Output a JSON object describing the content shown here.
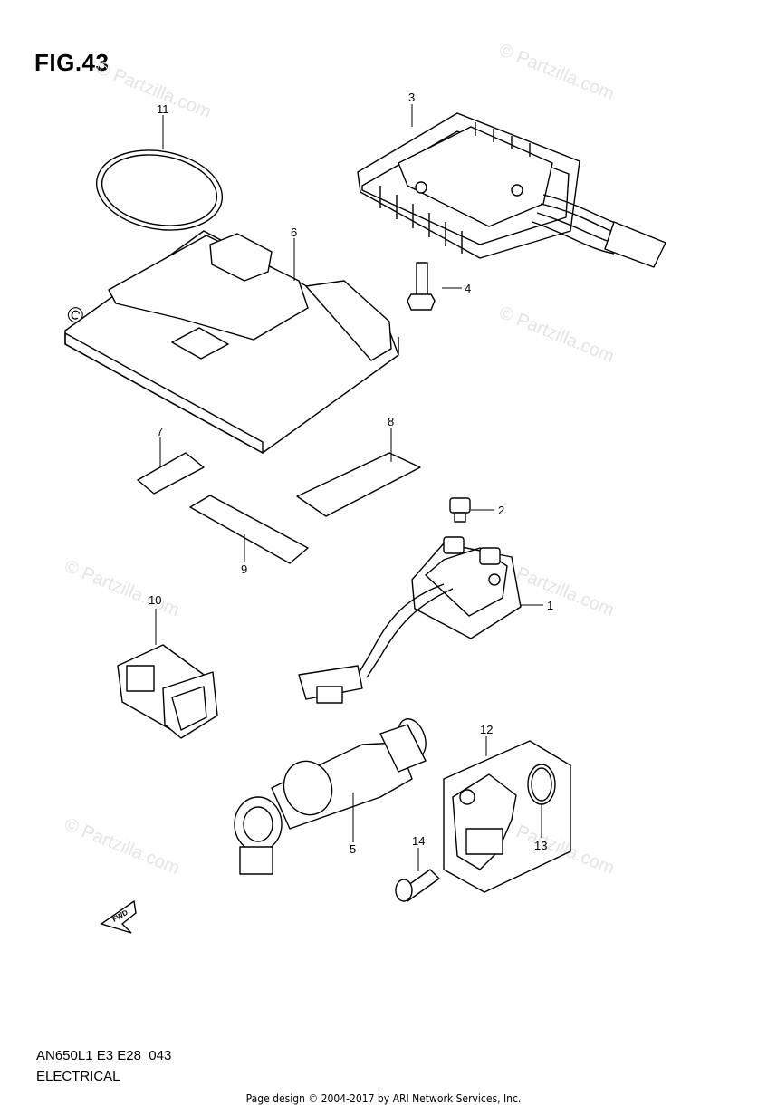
{
  "figure_title": "FIG.43",
  "model_code": "AN650L1 E3 E28_043",
  "section_name": "ELECTRICAL",
  "footer": "Page design © 2004-2017 by ARI Network Services, Inc.",
  "watermark": "© Partzilla.com",
  "fwd_label": "FWD",
  "callouts": {
    "c1": "1",
    "c2": "2",
    "c3": "3",
    "c4": "4",
    "c5": "5",
    "c6": "6",
    "c7": "7",
    "c8": "8",
    "c9": "9",
    "c10": "10",
    "c11": "11",
    "c12": "12",
    "c13": "13",
    "c14": "14"
  }
}
